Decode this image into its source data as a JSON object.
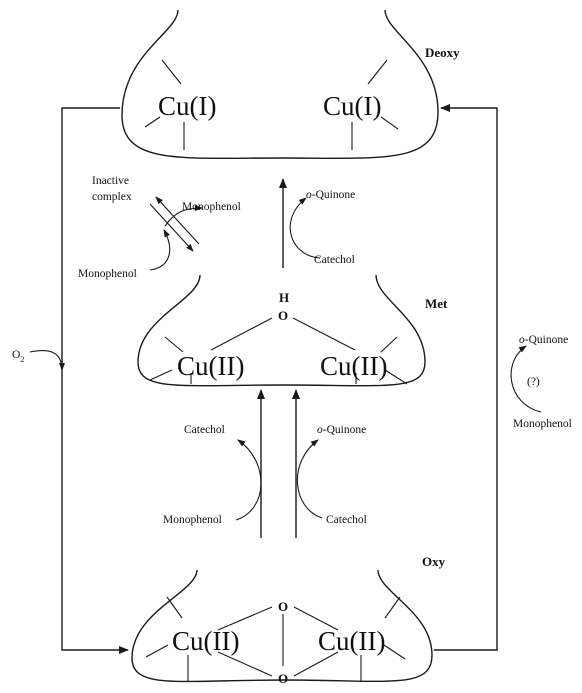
{
  "states": {
    "deoxy": {
      "label": "Deoxy",
      "cu_left": "Cu(I)",
      "cu_right": "Cu(I)"
    },
    "met": {
      "label": "Met",
      "cu_left": "Cu(II)",
      "cu_right": "Cu(II)",
      "bridge_top": "H",
      "bridge_bottom": "O"
    },
    "oxy": {
      "label": "Oxy",
      "cu_left": "Cu(II)",
      "cu_right": "Cu(II)",
      "bridge_top": "O",
      "bridge_bottom": "O"
    }
  },
  "labels": {
    "inactive_complex_line1": "Inactive",
    "inactive_complex_line2": "complex",
    "monophenol_upper": "Monophenol",
    "monophenol_lower": "Monophenol",
    "o_quinone_top_prefix": "o",
    "o_quinone_top_suffix": "-Quinone",
    "catechol_top": "Catechol",
    "o2_base": "O",
    "o2_sub": "2",
    "catechol_mid_left": "Catechol",
    "monophenol_mid_left": "Monophenol",
    "o_quinone_mid_prefix": "o",
    "o_quinone_mid_suffix": "-Quinone",
    "catechol_mid_right": "Catechol",
    "o_quinone_right_prefix": "o",
    "o_quinone_right_suffix": "-Quinone",
    "question": "(?)",
    "monophenol_right": "Monophenol"
  },
  "colors": {
    "ink": "#1a1a1a",
    "background": "#ffffff"
  }
}
